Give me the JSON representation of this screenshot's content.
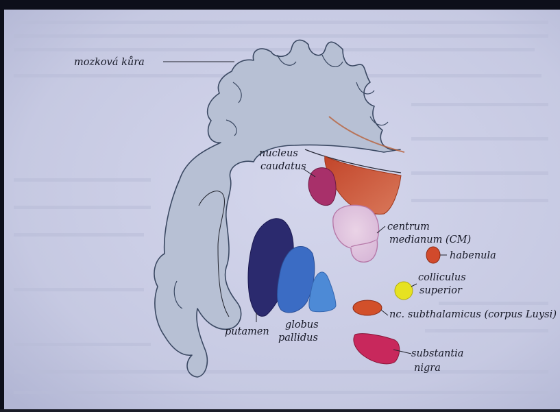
{
  "labels": {
    "cortex": "mozková kůra",
    "caudatus_1": "nucleus",
    "caudatus_2": "caudatus",
    "cm_1": "centrum",
    "cm_2": "medianum (CM)",
    "habenula": "habenula",
    "colliculus_1": "colliculus",
    "colliculus_2": "superior",
    "subthal": "nc. subthalamicus (corpus Luysi)",
    "putamen": "putamen",
    "globus_1": "globus",
    "globus_2": "pallidus",
    "nigra_1": "substantia",
    "nigra_2": "nigra"
  },
  "colors": {
    "page": "#c9cce4",
    "cortex_fill": "#b7c0d4",
    "cortex_stroke": "#3a4862",
    "thalamus_red": "#c8502a",
    "caudatus": "#a8306a",
    "cm_outline": "#d8a0c0",
    "habenula": "#d14a2c",
    "colliculus": "#e6e221",
    "subthal": "#d2502a",
    "putamen": "#2b2a6e",
    "globus_outer": "#3b6cc4",
    "globus_inner": "#4d8ad6",
    "nigra": "#c8285c"
  }
}
